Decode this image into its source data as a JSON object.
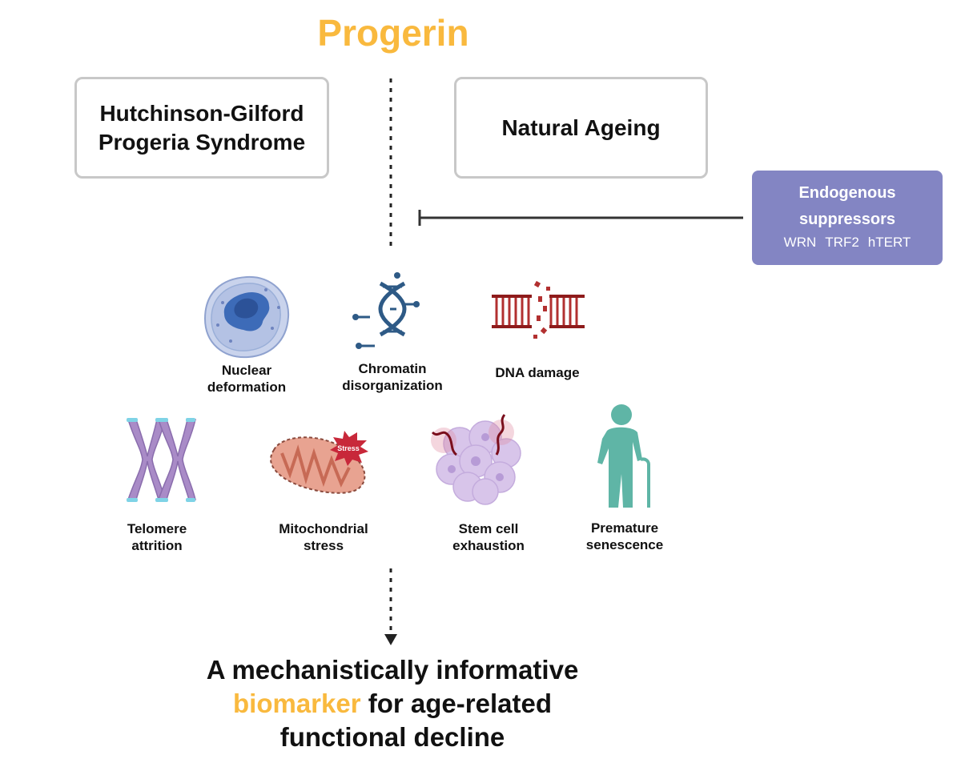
{
  "title": "Progerin",
  "left_box": {
    "lines": [
      "Hutchinson-Gilford",
      "Progeria Syndrome"
    ]
  },
  "right_box": {
    "label": "Natural Ageing"
  },
  "suppressors": {
    "title_lines": [
      "Endogenous",
      "suppressors"
    ],
    "genes": [
      "WRN",
      "TRF2",
      "hTERT"
    ]
  },
  "hallmarks": [
    {
      "lines": [
        "Nuclear",
        "deformation"
      ],
      "icon": "nucleus-icon"
    },
    {
      "lines": [
        "Chromatin",
        "disorganization"
      ],
      "icon": "dna-helix-icon"
    },
    {
      "lines": [
        "DNA damage"
      ],
      "icon": "broken-dna-icon"
    },
    {
      "lines": [
        "Telomere",
        "attrition"
      ],
      "icon": "chromosome-icon"
    },
    {
      "lines": [
        "Mitochondrial",
        "stress"
      ],
      "icon": "mitochondrion-icon",
      "badge": "Stress"
    },
    {
      "lines": [
        "Stem cell",
        "exhaustion"
      ],
      "icon": "stem-cell-cluster-icon"
    },
    {
      "lines": [
        "Premature",
        "senescence"
      ],
      "icon": "elderly-person-icon"
    }
  ],
  "conclusion": {
    "line1": "A mechanistically informative",
    "highlight": "biomarker",
    "line2_rest": " for age-related",
    "line3": "functional decline"
  },
  "colors": {
    "title": "#F9B93E",
    "highlight": "#F9B93E",
    "suppressor_bg": "#8385C3",
    "nucleus": "#3D6BB8",
    "helix": "#2E5A86",
    "dna_damage": "#8E1B1B",
    "chromosome": "#A98BC7",
    "mitochondrion": "#E8A391",
    "stem_cell": "#C9B4E2",
    "person": "#5FB5A6"
  }
}
